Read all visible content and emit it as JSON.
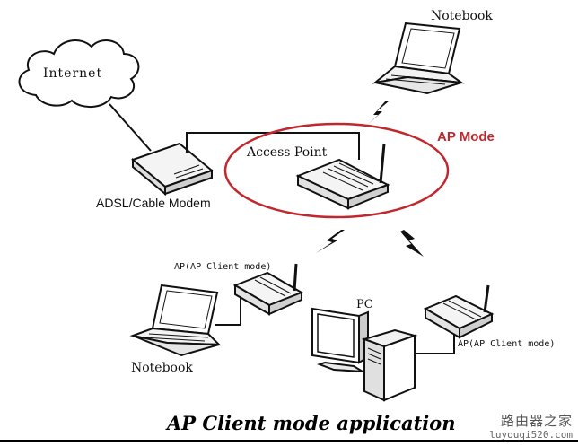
{
  "labels": {
    "internet": "Internet",
    "notebook_top": "Notebook",
    "ap_mode": "AP Mode",
    "access_point": "Access Point",
    "modem": "ADSL/Cable Modem",
    "ap_client_left": "AP(AP Client mode)",
    "pc": "PC",
    "ap_client_right": "AP(AP Client mode)",
    "notebook_bottom": "Notebook"
  },
  "caption": "AP Client mode application",
  "watermark": {
    "text_cn": "路由器之家",
    "url": "luyouqi520.com"
  },
  "colors": {
    "line": "#111111",
    "highlight": "#c0282e",
    "background": "#ffffff"
  },
  "icons": [
    "cloud-icon",
    "modem-icon",
    "router-icon",
    "notebook-icon",
    "pc-tower-icon",
    "monitor-icon",
    "wireless-bolt-icon"
  ]
}
